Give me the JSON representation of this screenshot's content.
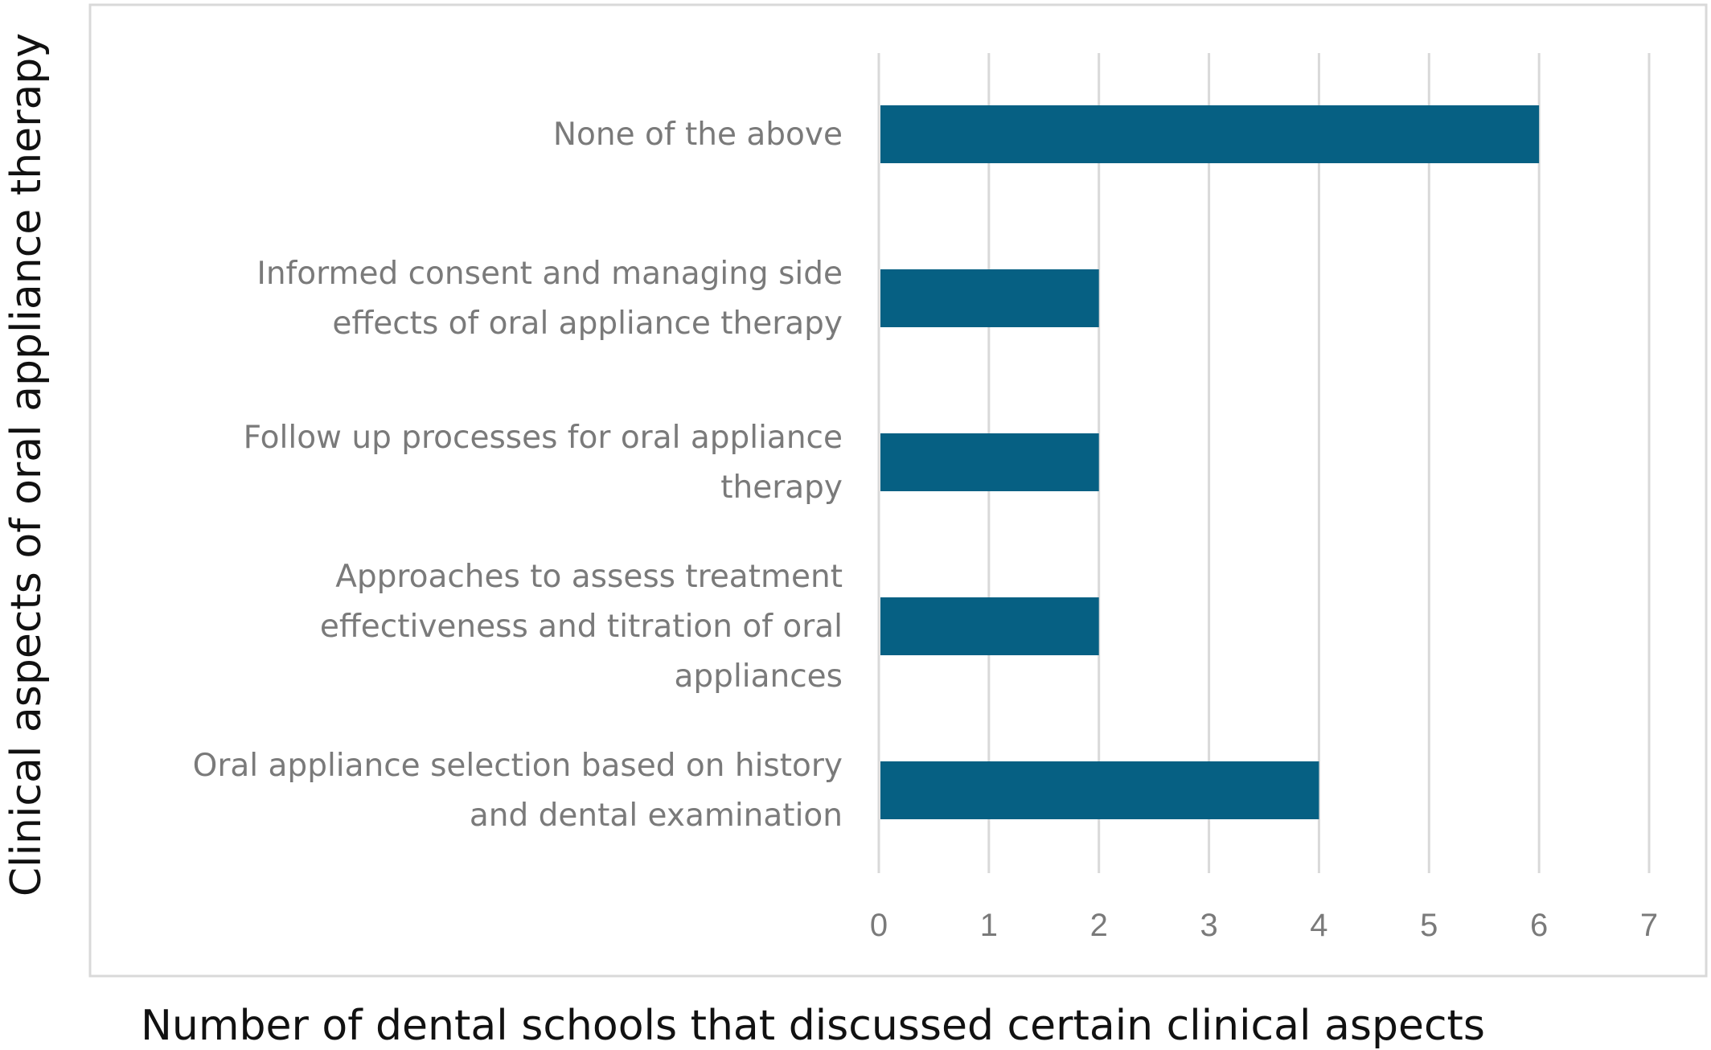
{
  "chart_data": {
    "type": "bar",
    "orientation": "horizontal",
    "title": "",
    "xlabel": "Number of dental schools that discussed certain clinical aspects",
    "ylabel": "Clinical aspects of oral appliance therapy",
    "categories": [
      {
        "label": "None of the above",
        "lines": [
          "None of the above"
        ]
      },
      {
        "label": "Informed consent and managing side effects of oral appliance therapy",
        "lines": [
          "Informed consent and managing side",
          "effects of oral appliance therapy"
        ]
      },
      {
        "label": "Follow up processes for oral appliance therapy",
        "lines": [
          "Follow up processes for oral appliance",
          "therapy"
        ]
      },
      {
        "label": "Approaches to assess treatment effectiveness and titration of oral appliances",
        "lines": [
          "Approaches to assess treatment",
          "effectiveness and titration of oral",
          "appliances"
        ]
      },
      {
        "label": "Oral appliance selection based on history and dental examination",
        "lines": [
          "Oral appliance selection based on history",
          "and dental examination"
        ]
      }
    ],
    "values": [
      6,
      2,
      2,
      2,
      4
    ],
    "xlim": [
      0,
      7
    ],
    "xticks": [
      "0",
      "1",
      "2",
      "3",
      "4",
      "5",
      "6",
      "7"
    ],
    "grid": "vertical",
    "legend": "none",
    "colors": {
      "bar": "#066083",
      "grid": "#d9d9d9",
      "tick_text": "#7a7a7a",
      "axis_title": "#111111"
    }
  }
}
